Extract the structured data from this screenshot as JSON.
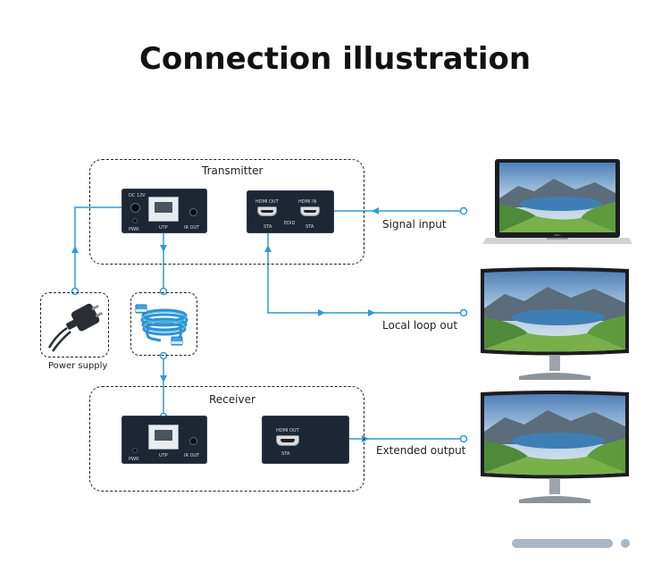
{
  "title": "Connection illustration",
  "transmitter": {
    "label": "Transmitter",
    "left_unit": {
      "dc": "DC 12V",
      "pwr": "PWR",
      "utp": "UTP",
      "ir": "IR OUT"
    },
    "right_unit": {
      "hdmi_out": "HDMI OUT",
      "hdmi_in": "HDMI IN",
      "sta1": "STA",
      "edid": "EDID",
      "sta2": "STA"
    }
  },
  "receiver": {
    "label": "Receiver",
    "left_unit": {
      "pwr": "PWR",
      "utp": "UTP",
      "ir": "IR OUT"
    },
    "right_unit": {
      "hdmi_out": "HDMI OUT",
      "sta": "STA"
    }
  },
  "power_supply": {
    "label": "Power supply"
  },
  "connections": {
    "signal_input": "Signal input",
    "local_loop_out": "Local loop out",
    "extended_output": "Extended output"
  },
  "devices": {
    "laptop_brand": "DELL"
  },
  "colors": {
    "line": "#2f9ad6",
    "device": "#1d2633",
    "pager_active": "#a9b7c6",
    "pager_dot": "#a9b7c6"
  },
  "icons": [
    "power-adapter-icon",
    "network-cable-icon",
    "laptop-icon",
    "monitor-icon"
  ]
}
